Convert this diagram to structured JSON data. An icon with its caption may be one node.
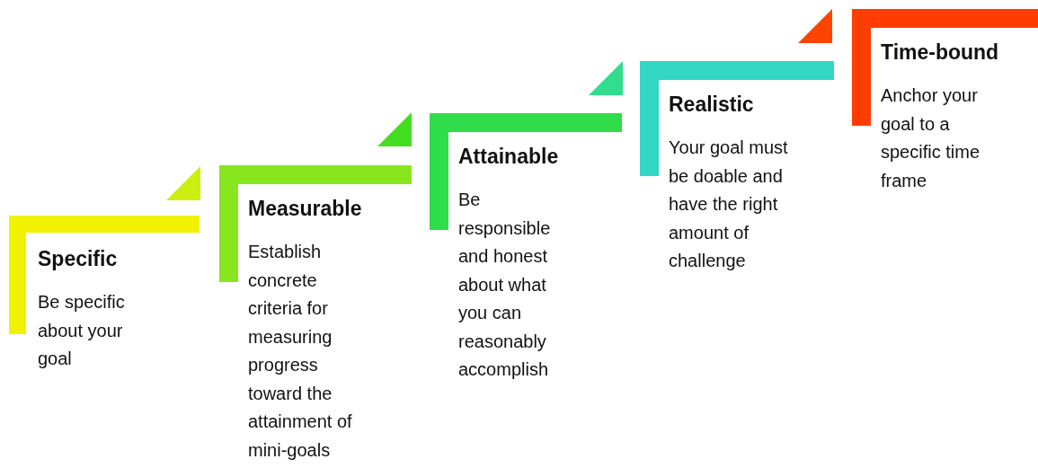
{
  "diagram": {
    "nodes": [
      {
        "text": [
          "Specific",
          "Be specific about your goal"
        ]
      },
      {
        "text": [
          "Measurable",
          "Establish concrete criteria for measuring progress toward the attainment of mini-goals"
        ]
      },
      {
        "text": [
          "Attainable",
          "Be responsible and honest about what you can reasonably accomplish"
        ]
      },
      {
        "text": [
          "Realistic",
          "Your goal must be doable and have the right amount of challenge"
        ]
      },
      {
        "text": [
          "Time-bound",
          "Anchor your goal to a specific time frame"
        ]
      }
    ]
  }
}
